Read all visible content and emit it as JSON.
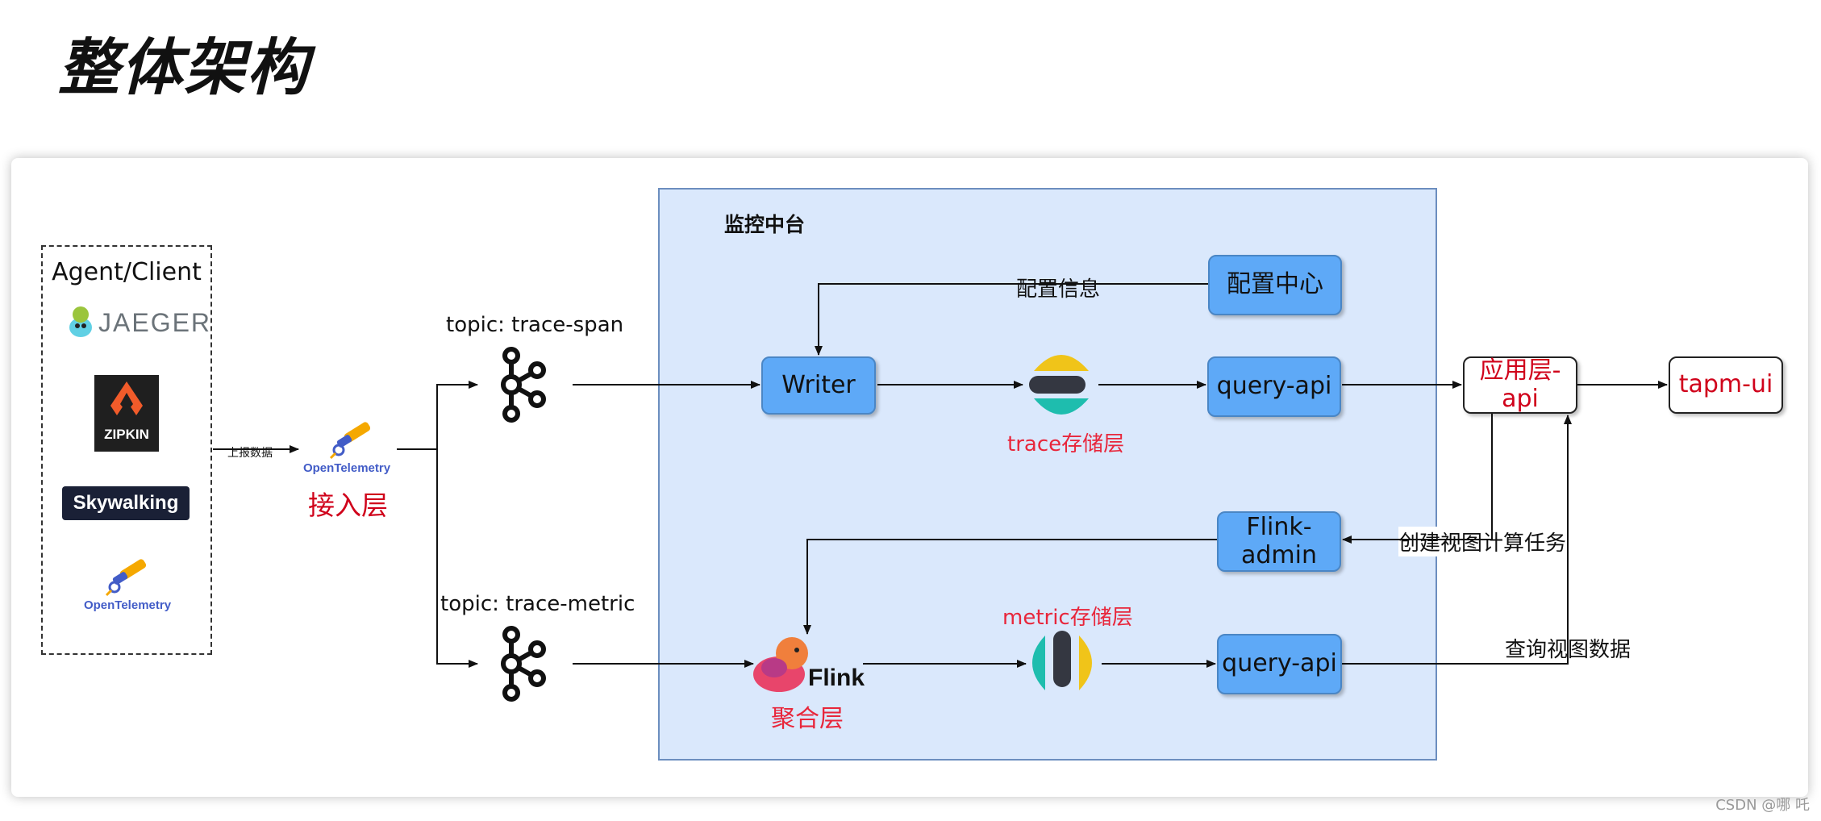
{
  "page": {
    "title": "整体架构"
  },
  "agent": {
    "title": "Agent/Client",
    "logos": {
      "jaeger": "JAEGER",
      "zipkin": "ZIPKIN",
      "skywalking": "Skywalking",
      "otel": "OpenTelemetry"
    }
  },
  "ingest": {
    "report_label": "上报数据",
    "logo_text": "OpenTelemetry",
    "layer_label": "接入层"
  },
  "kafka": {
    "topic_span": "topic: trace-span",
    "topic_metric": "topic: trace-metric"
  },
  "platform": {
    "title": "监控中台",
    "writer": "Writer",
    "config_center": "配置中心",
    "config_info_label": "配置信息",
    "trace_storage_label": "trace存储层",
    "query_api_top": "query-api",
    "flink_admin": "Flink-admin",
    "flink_logo_text": "Flink",
    "aggregation_label": "聚合层",
    "metric_storage_label": "metric存储层",
    "query_api_bottom": "query-api"
  },
  "app": {
    "app_api": "应用层-api",
    "tapm_ui": "tapm-ui",
    "create_view_label": "创建视图计算任务",
    "query_view_label": "查询视图数据"
  },
  "watermark": "CSDN @哪 吒",
  "colors": {
    "blue_box": "#5ea9f7",
    "platform_bg": "#dae8fc",
    "red_text": "#e8263b",
    "dark_red": "#d0021b"
  }
}
